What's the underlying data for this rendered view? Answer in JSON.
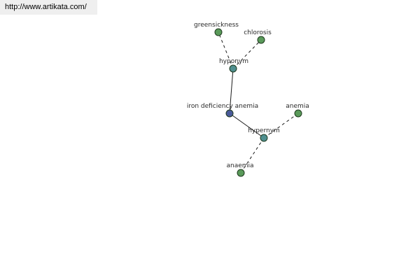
{
  "site": {
    "url_label": "http://www.artikata.com/"
  },
  "colors": {
    "banner_bg": "#efefef",
    "edge": "#1a1a1a",
    "node_border": "#1f3a1f",
    "word_node": "#5a9a5a",
    "relation_node": "#4f8f8f",
    "center_node": "#4a5a9a"
  },
  "graph": {
    "center": {
      "id": "center",
      "label": "iron deficiency anemia",
      "kind": "center"
    },
    "relations": [
      {
        "id": "hyponym",
        "label": "hyponym",
        "kind": "relation"
      },
      {
        "id": "hypernym",
        "label": "hypernym",
        "kind": "relation"
      }
    ],
    "words": [
      {
        "id": "greensickness",
        "label": "greensickness",
        "kind": "word",
        "parent": "hyponym"
      },
      {
        "id": "chlorosis",
        "label": "chlorosis",
        "kind": "word",
        "parent": "hyponym"
      },
      {
        "id": "anemia",
        "label": "anemia",
        "kind": "word",
        "parent": "hypernym"
      },
      {
        "id": "anaemia",
        "label": "anaemia",
        "kind": "word",
        "parent": "hypernym"
      }
    ]
  }
}
